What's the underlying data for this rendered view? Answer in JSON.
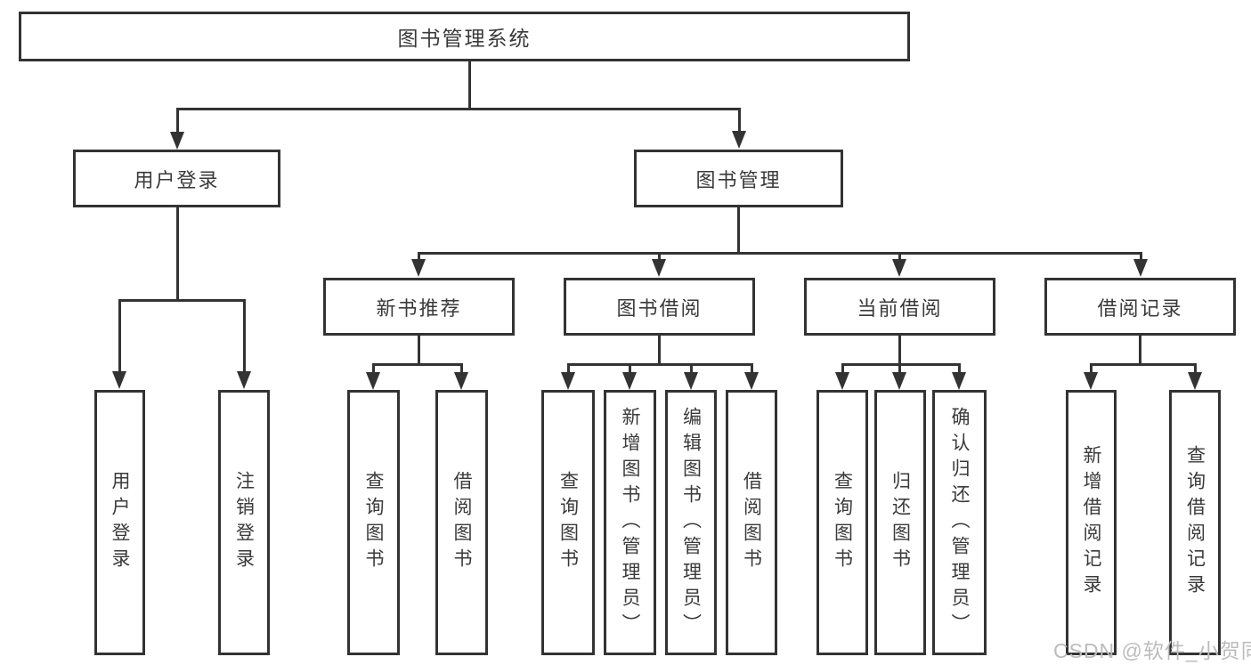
{
  "root": {
    "label": "图书管理系统"
  },
  "level2": [
    {
      "label": "用户登录"
    },
    {
      "label": "图书管理"
    }
  ],
  "level3": [
    {
      "label": "新书推荐"
    },
    {
      "label": "图书借阅"
    },
    {
      "label": "当前借阅"
    },
    {
      "label": "借阅记录"
    }
  ],
  "leaves": {
    "user": [
      "用户登录",
      "注销登录"
    ],
    "recommend": [
      "查询图书",
      "借阅图书"
    ],
    "borrow": [
      "查询图书",
      "新增图书（管理员）",
      "编辑图书（管理员）",
      "借阅图书"
    ],
    "current": [
      "查询图书",
      "归还图书",
      "确认归还（管理员）"
    ],
    "records": [
      "新增借阅记录",
      "查询借阅记录"
    ]
  },
  "watermark": {
    "text": "CSDN @软件_小贺同学"
  },
  "colors": {
    "line": "#333333",
    "text": "#3a3a3a",
    "background": "#ffffff",
    "watermark": "#bcbcbc"
  }
}
